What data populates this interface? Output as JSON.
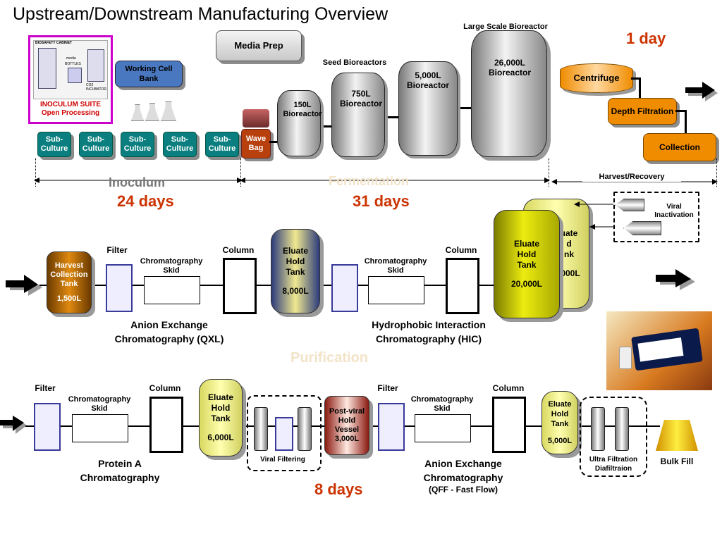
{
  "title": "Upstream/Downstream Manufacturing Overview",
  "upstream": {
    "inoculum_suite": {
      "line1": "INOCULUM SUITE",
      "line2": "Open Processing",
      "cabinet": "BIOSAFETY CABINET",
      "media": "media",
      "bottles": "BOTTLES",
      "incubator": "CO2 INCUBATOR"
    },
    "working_cell_bank": "Working Cell Bank",
    "media_prep": "Media Prep",
    "subcultures": [
      "Sub-Culture",
      "Sub-Culture",
      "Sub-Culture",
      "Sub-Culture",
      "Sub-Culture"
    ],
    "wave_bag": "Wave Bag",
    "seed_bioreactors_label": "Seed Bioreactors",
    "large_scale_label": "Large Scale Bioreactor",
    "bioreactors": [
      "150L Bioreactor",
      "750L Bioreactor",
      "5,000L Bioreactor",
      "26,000L Bioreactor"
    ],
    "centrifuge": "Centrifuge",
    "depth_filtration": "Depth Filtration",
    "collection": "Collection",
    "phases": {
      "inoculum": "Inoculum",
      "inoculum_days": "24 days",
      "fermentation": "Fermentation",
      "fermentation_days": "31 days",
      "harvest": "Harvest/Recovery",
      "harvest_days": "1 day"
    }
  },
  "purification": {
    "harvest_tank": {
      "l1": "Harvest",
      "l2": "Collection",
      "l3": "Tank",
      "vol": "1,500L"
    },
    "filter": "Filter",
    "column": "Column",
    "skid": "Chromatography Skid",
    "eluate_tank_1": {
      "l1": "Eluate",
      "l2": "Hold",
      "l3": "Tank",
      "vol": "8,000L"
    },
    "eluate_tank_2": {
      "l1": "Eluate",
      "l2": "Hold",
      "l3": "Tank",
      "vol": "20,000L"
    },
    "eluate_tank_back": {
      "l1": "uate",
      "l2": "d",
      "l3": "nk",
      "vol": "000L"
    },
    "viral_inactivation": "Viral Inactivation",
    "aex_qxl": "Anion Exchange Chromatography (QXL)",
    "hic": "Hydrophobic Interaction Chromatography (HIC)",
    "phase": "Purification"
  },
  "final": {
    "filter": "Filter",
    "column": "Column",
    "skid": "Chromatography Skid",
    "eluate_tank_3": {
      "l1": "Eluate",
      "l2": "Hold",
      "l3": "Tank",
      "vol": "6,000L"
    },
    "viral_filtering": "Viral Filtering",
    "post_viral": {
      "l1": "Post-viral",
      "l2": "Hold",
      "l3": "Vessel",
      "vol": "3,000L"
    },
    "eluate_tank_4": {
      "l1": "Eluate",
      "l2": "Hold",
      "l3": "Tank",
      "vol": "5,000L"
    },
    "ultra": "Ultra Filtration Diafiltraion",
    "bulk_fill": "Bulk Fill",
    "protein_a": "Protein A Chromatography",
    "aex_qff_1": "Anion Exchange Chromatography",
    "aex_qff_2": "(QFF - Fast Flow)",
    "days": "8 days"
  },
  "colors": {
    "days": "#cc3300",
    "subculture": "#0b7f7f",
    "working_cell_bank": "#4a78c0",
    "orange": "#f08c00"
  }
}
